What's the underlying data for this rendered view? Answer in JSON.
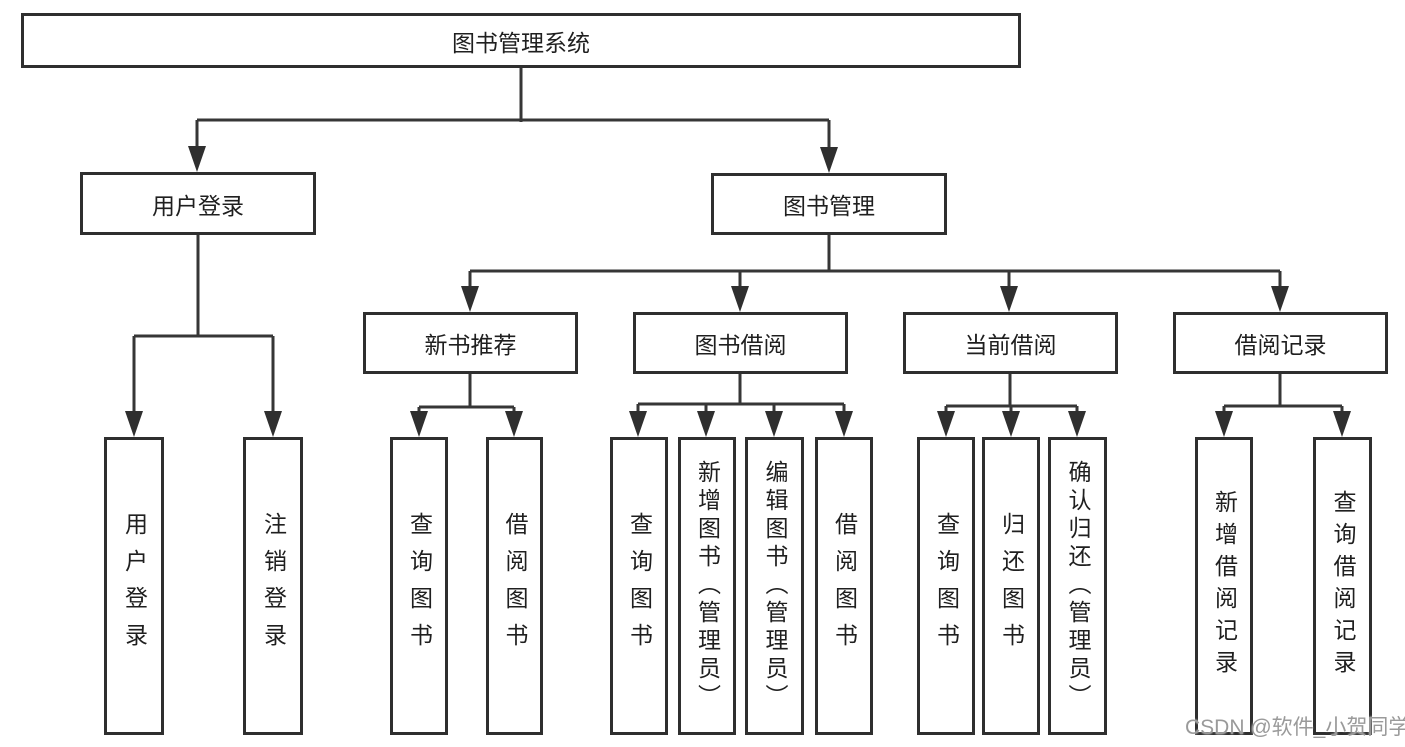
{
  "diagram": {
    "root": {
      "label": "图书管理系统"
    },
    "level2": {
      "user_login": {
        "label": "用户登录"
      },
      "book_mgmt": {
        "label": "图书管理"
      }
    },
    "level3": {
      "new_book": {
        "label": "新书推荐"
      },
      "book_borrow": {
        "label": "图书借阅"
      },
      "current_borrow": {
        "label": "当前借阅"
      },
      "borrow_record": {
        "label": "借阅记录"
      }
    },
    "leaves": {
      "user_login": [
        "用户登录",
        "注销登录"
      ],
      "new_book": [
        "查询图书",
        "借阅图书"
      ],
      "book_borrow": [
        "查询图书",
        "新增图书（管理员）",
        "编辑图书（管理员）",
        "借阅图书"
      ],
      "current_borrow": [
        "查询图书",
        "归还图书",
        "确认归还（管理员）"
      ],
      "borrow_record": [
        "新增借阅记录",
        "查询借阅记录"
      ]
    }
  },
  "watermark": {
    "text": "CSDN @软件_小贺同学"
  },
  "colors": {
    "line": "#363636",
    "box_border": "#2f2f2f",
    "box_fill": "#ffffff",
    "text": "#1f1f1f",
    "watermark": "#9a9a9a"
  }
}
